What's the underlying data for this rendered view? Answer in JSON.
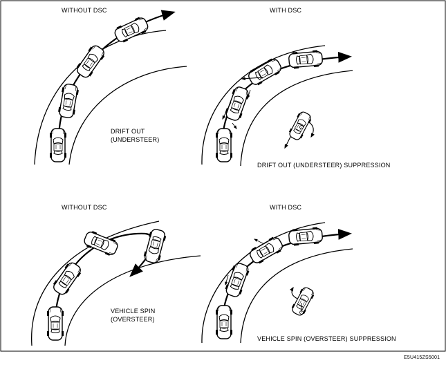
{
  "panels": {
    "top_left": {
      "header": "WITHOUT DSC",
      "caption_line1": "DRIFT OUT",
      "caption_line2": "(UNDERSTEER)"
    },
    "top_right": {
      "header": "WITH DSC",
      "caption": "DRIFT OUT (UNDERSTEER) SUPPRESSION"
    },
    "bottom_left": {
      "header": "WITHOUT DSC",
      "caption_line1": "VEHICLE SPIN",
      "caption_line2": "(OVERSTEER)"
    },
    "bottom_right": {
      "header": "WITH DSC",
      "caption": "VEHICLE SPIN (OVERSTEER) SUPPRESSION"
    }
  },
  "figure_code": "E5U415ZS5001",
  "colors": {
    "line": "#000000",
    "background": "#ffffff",
    "car_fill": "#ffffff"
  }
}
